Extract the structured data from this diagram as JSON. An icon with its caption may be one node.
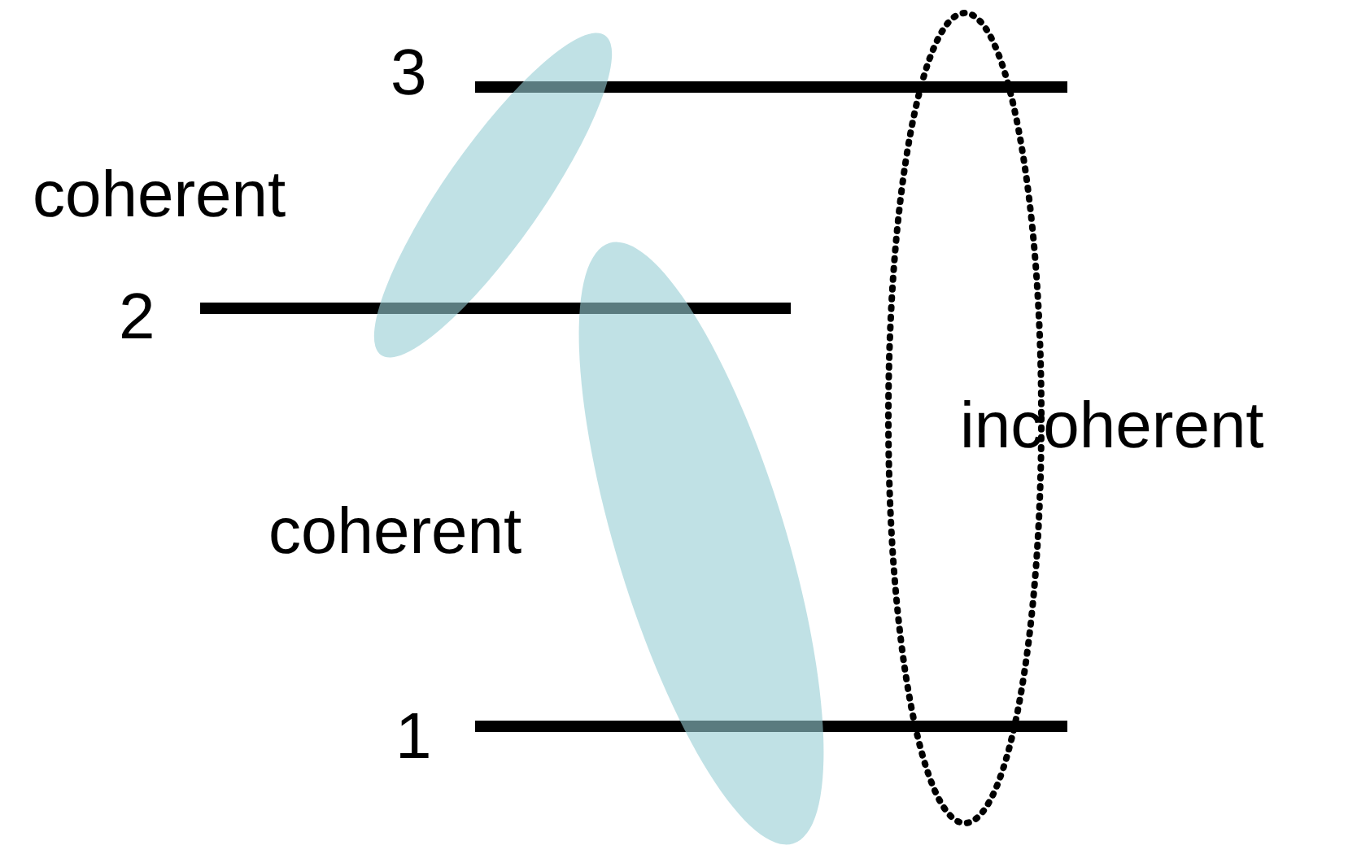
{
  "diagram": {
    "nodes": [
      {
        "text": [],
        "shape": "bar"
      },
      {
        "text": [],
        "shape": "bar"
      },
      {
        "text": [],
        "shape": "bar"
      },
      {
        "text": [],
        "shape": "ellipse"
      },
      {
        "text": [],
        "shape": "ellipse"
      },
      {
        "text": [],
        "shape": "ellipse"
      }
    ],
    "labels": [
      "3",
      "coherent",
      "2",
      "incoherent",
      "coherent",
      "1"
    ]
  }
}
